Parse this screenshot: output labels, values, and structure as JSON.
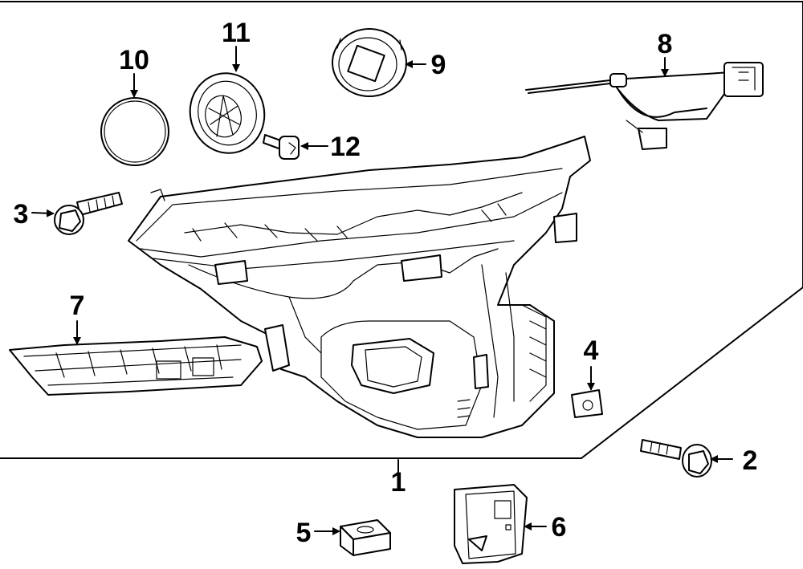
{
  "callouts": [
    {
      "id": "1",
      "text": "1"
    },
    {
      "id": "2",
      "text": "2"
    },
    {
      "id": "3",
      "text": "3"
    },
    {
      "id": "4",
      "text": "4"
    },
    {
      "id": "5",
      "text": "5"
    },
    {
      "id": "6",
      "text": "6"
    },
    {
      "id": "7",
      "text": "7"
    },
    {
      "id": "8",
      "text": "8"
    },
    {
      "id": "9",
      "text": "9"
    },
    {
      "id": "10",
      "text": "10"
    },
    {
      "id": "11",
      "text": "11"
    },
    {
      "id": "12",
      "text": "12"
    }
  ]
}
